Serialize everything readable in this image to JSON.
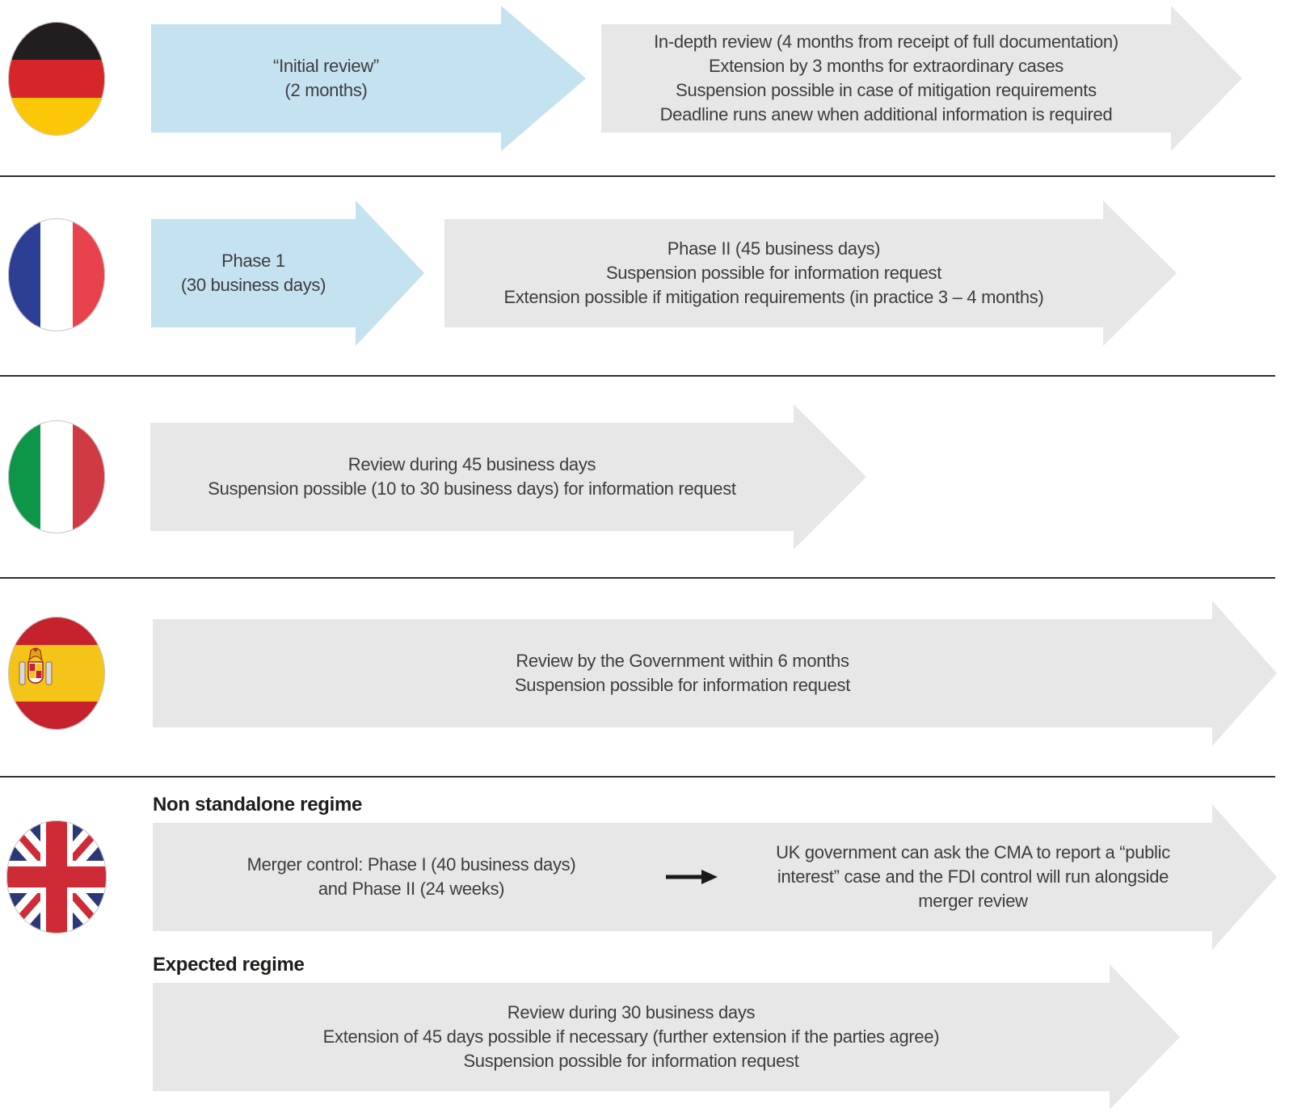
{
  "title": "FDI review timelines by country",
  "colors": {
    "blue_arrow": "#c5e2f0",
    "gray_arrow": "#e7e7e7",
    "text": "#3d3d3f",
    "heading": "#1d1d1b",
    "divider": "#2f2f2f"
  },
  "rows": [
    {
      "country": "Germany",
      "flag_icon": "germany-flag",
      "arrows": [
        {
          "style": "blue",
          "lines": [
            "“Initial review”",
            "(2 months)"
          ]
        },
        {
          "style": "gray",
          "lines": [
            "In-depth review (4 months from receipt of full documentation)",
            "Extension by 3 months for extraordinary cases",
            "Suspension possible in case of mitigation requirements",
            "Deadline runs anew when additional information is required"
          ]
        }
      ]
    },
    {
      "country": "France",
      "flag_icon": "france-flag",
      "arrows": [
        {
          "style": "blue",
          "lines": [
            "Phase 1",
            "(30 business days)"
          ]
        },
        {
          "style": "gray",
          "lines": [
            "Phase II (45 business days)",
            "Suspension possible for information request",
            "Extension possible if mitigation requirements (in practice 3 – 4 months)"
          ]
        }
      ]
    },
    {
      "country": "Italy",
      "flag_icon": "italy-flag",
      "arrows": [
        {
          "style": "gray",
          "lines": [
            "Review during 45 business days",
            "Suspension possible (10 to 30 business days) for information request"
          ]
        }
      ]
    },
    {
      "country": "Spain",
      "flag_icon": "spain-flag",
      "arrows": [
        {
          "style": "gray",
          "lines": [
            "Review by the Government within 6 months",
            "Suspension possible for information request"
          ]
        }
      ]
    },
    {
      "country": "United Kingdom",
      "flag_icon": "uk-flag",
      "heading_non_standalone": "Non standalone regime",
      "merger_arrow": {
        "left_lines": [
          "Merger control: Phase I (40 business days)",
          "and Phase II (24 weeks)"
        ],
        "right_lines": [
          "UK government can ask the CMA to report a “public",
          "interest” case and the FDI control will run alongside",
          "merger review"
        ]
      },
      "heading_expected": "Expected regime",
      "expected_arrow": {
        "lines": [
          "Review during 30 business days",
          "Extension of 45 days possible if necessary (further extension if the parties agree)",
          "Suspension possible for information request"
        ]
      }
    }
  ]
}
